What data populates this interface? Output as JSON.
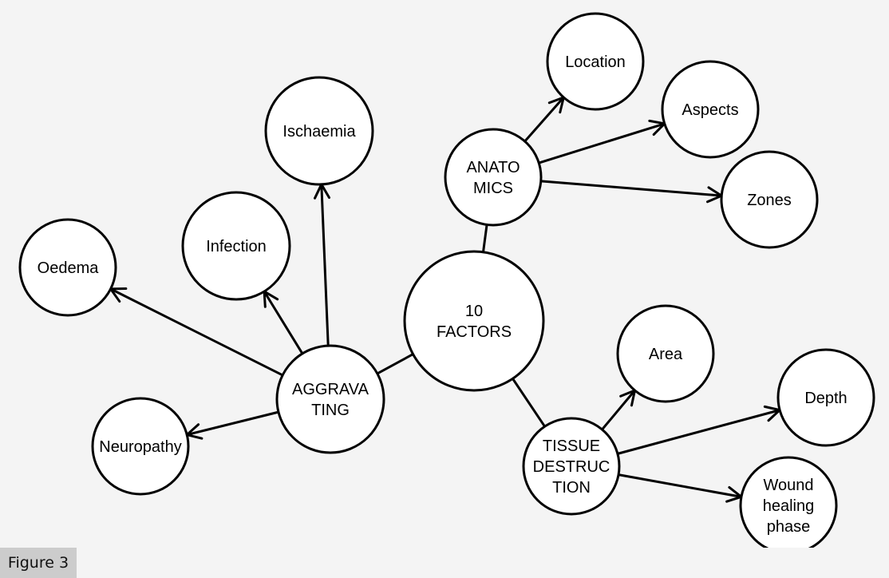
{
  "figure_label": "Figure 3",
  "nodes": {
    "center": [
      "10",
      "FACTORS"
    ],
    "anatomics": [
      "ANATO",
      "MICS"
    ],
    "location": [
      "Location"
    ],
    "aspects": [
      "Aspects"
    ],
    "zones": [
      "Zones"
    ],
    "aggravating": [
      "AGGRAVA",
      "TING"
    ],
    "ischaemia": [
      "Ischaemia"
    ],
    "infection": [
      "Infection"
    ],
    "oedema": [
      "Oedema"
    ],
    "neuropathy": [
      "Neuropathy"
    ],
    "tissue_destruction": [
      "TISSUE",
      "DESTRUC",
      "TION"
    ],
    "area": [
      "Area"
    ],
    "depth": [
      "Depth"
    ],
    "wound_healing_phase": [
      "Wound",
      "healing",
      "phase"
    ]
  },
  "edges": [
    {
      "from": "center",
      "to": "anatomics",
      "arrow": false
    },
    {
      "from": "center",
      "to": "aggravating",
      "arrow": false
    },
    {
      "from": "center",
      "to": "tissue_destruction",
      "arrow": false
    },
    {
      "from": "anatomics",
      "to": "location",
      "arrow": true
    },
    {
      "from": "anatomics",
      "to": "aspects",
      "arrow": true
    },
    {
      "from": "anatomics",
      "to": "zones",
      "arrow": true
    },
    {
      "from": "aggravating",
      "to": "ischaemia",
      "arrow": true
    },
    {
      "from": "aggravating",
      "to": "infection",
      "arrow": true
    },
    {
      "from": "aggravating",
      "to": "oedema",
      "arrow": true
    },
    {
      "from": "aggravating",
      "to": "neuropathy",
      "arrow": true
    },
    {
      "from": "tissue_destruction",
      "to": "area",
      "arrow": true
    },
    {
      "from": "tissue_destruction",
      "to": "depth",
      "arrow": true
    },
    {
      "from": "tissue_destruction",
      "to": "wound_healing_phase",
      "arrow": true
    }
  ]
}
